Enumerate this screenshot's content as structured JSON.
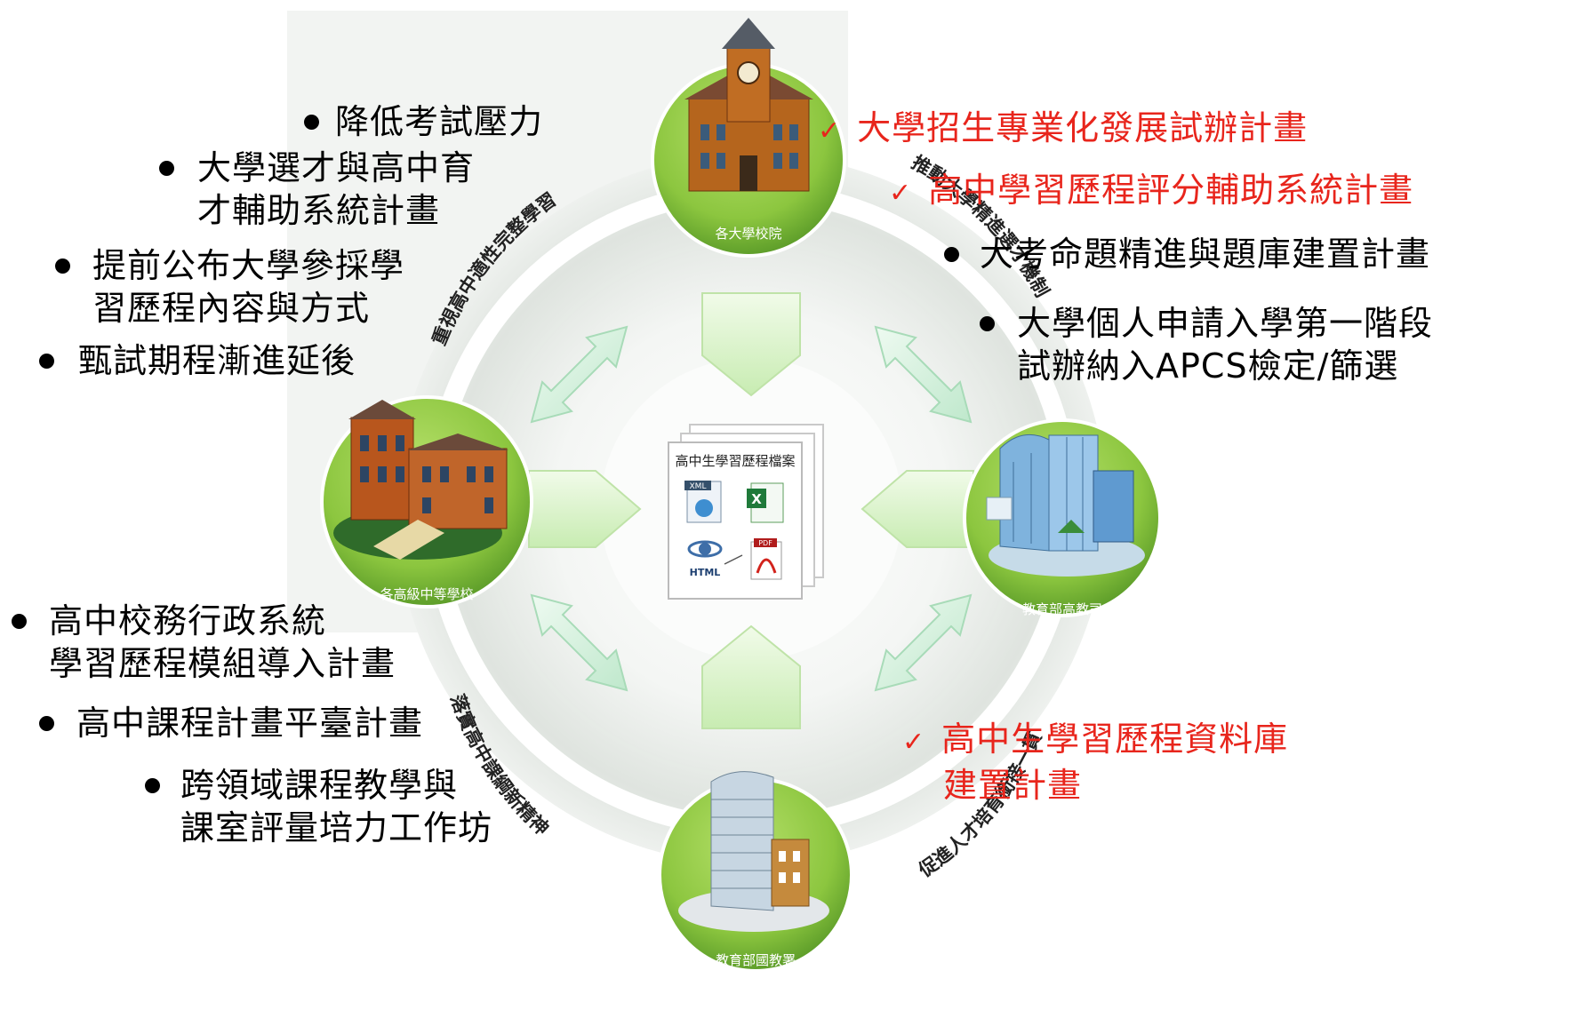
{
  "nodes": {
    "top": "各大學校院",
    "left": "各高級中等學校",
    "right": "教育部高教司",
    "bottom": "教育部國教署"
  },
  "center": {
    "title": "高中生學習歷程檔案",
    "icons": [
      "XML",
      "excel-icon",
      "HTML",
      "PDF"
    ]
  },
  "arcs": {
    "top_left": "重視高中適性完整學習",
    "top_right": "推動大學精進選才機制",
    "bottom_left": "落實高中課綱新精神",
    "bottom_right": "促進人才培育銜接一貫"
  },
  "bullets_top_left": [
    {
      "lines": [
        "降低考試壓力"
      ]
    },
    {
      "lines": [
        "大學選才與高中育",
        "才輔助系統計畫"
      ]
    },
    {
      "lines": [
        "提前公布大學參採學",
        "習歷程內容與方式"
      ]
    },
    {
      "lines": [
        "甄試期程漸進延後"
      ]
    }
  ],
  "checks_top_right": [
    "大學招生專業化發展試辦計畫",
    "高中學習歷程評分輔助系統計畫"
  ],
  "bullets_right": [
    {
      "lines": [
        "大考命題精進與題庫建置計畫"
      ]
    },
    {
      "lines": [
        "大學個人申請入學第一階段",
        "試辦納入APCS檢定/篩選"
      ]
    }
  ],
  "bullets_bottom_left": [
    {
      "lines": [
        "高中校務行政系統",
        "學習歷程模組導入計畫"
      ]
    },
    {
      "lines": [
        "高中課程計畫平臺計畫"
      ]
    },
    {
      "lines": [
        "跨領域課程教學與",
        "課室評量培力工作坊"
      ]
    }
  ],
  "checks_bottom_right": [
    {
      "lines": [
        "高中生學習歷程資料庫",
        "建置計畫"
      ]
    }
  ],
  "colors": {
    "node_green": "#8cc63f",
    "node_green_dark": "#5e9e2a",
    "arrow_fill": "#d8f2e0",
    "block_fill": "#d6f2c4",
    "check_red": "#e8251c"
  }
}
